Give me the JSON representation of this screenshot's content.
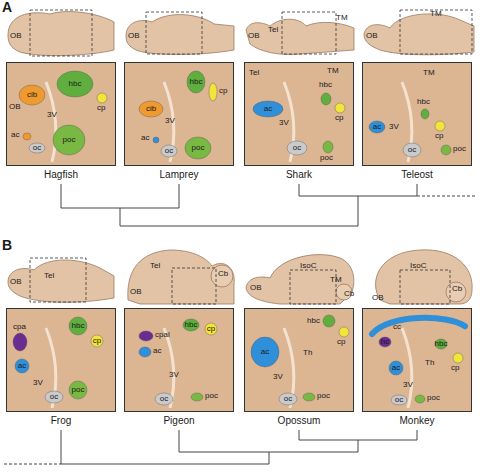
{
  "diagram": {
    "nodes": [
      {
        "text": [
          "OB",
          "3V"
        ]
      },
      {
        "text": [
          "cib"
        ],
        "in": 0
      },
      {
        "text": [
          "hbc"
        ],
        "in": 0
      },
      {
        "text": [
          "cp"
        ],
        "in": 0
      },
      {
        "text": [
          "ac"
        ],
        "in": 0
      },
      {
        "text": [
          "oc"
        ],
        "in": 0
      },
      {
        "text": [
          "poc"
        ],
        "in": 0
      },
      {
        "text": [
          "3V"
        ]
      },
      {
        "text": [
          "cib"
        ],
        "in": 7
      },
      {
        "text": [
          "hbc"
        ],
        "in": 7
      },
      {
        "text": [
          "cp"
        ],
        "in": 7
      },
      {
        "text": [
          "ac"
        ],
        "in": 7
      },
      {
        "text": [
          "oc"
        ],
        "in": 7
      },
      {
        "text": [
          "poc"
        ],
        "in": 7
      },
      {
        "text": [
          "Tel",
          "TM",
          "3V"
        ]
      },
      {
        "text": [
          "hbc"
        ],
        "in": 14
      },
      {
        "text": [
          "cp"
        ],
        "in": 14
      },
      {
        "text": [
          "ac"
        ],
        "in": 14
      },
      {
        "text": [
          "oc"
        ],
        "in": 14
      },
      {
        "text": [
          "poc"
        ],
        "in": 14
      },
      {
        "text": [
          "TM",
          "3V"
        ]
      },
      {
        "text": [
          "hbc"
        ],
        "in": 20
      },
      {
        "text": [
          "cp"
        ],
        "in": 20
      },
      {
        "text": [
          "ac"
        ],
        "in": 20
      },
      {
        "text": [
          "oc"
        ],
        "in": 20
      },
      {
        "text": [
          "poc"
        ],
        "in": 20
      },
      {
        "text": [
          "3V"
        ]
      },
      {
        "text": [
          "cpa"
        ],
        "in": 26
      },
      {
        "text": [
          "hbc"
        ],
        "in": 26
      },
      {
        "text": [
          "cp"
        ],
        "in": 26
      },
      {
        "text": [
          "ac"
        ],
        "in": 26
      },
      {
        "text": [
          "oc"
        ],
        "in": 26
      },
      {
        "text": [
          "poc"
        ],
        "in": 26
      },
      {
        "text": [
          "3V"
        ]
      },
      {
        "text": [
          "cpal"
        ],
        "in": 33
      },
      {
        "text": [
          "hbc"
        ],
        "in": 33
      },
      {
        "text": [
          "cp"
        ],
        "in": 33
      },
      {
        "text": [
          "ac"
        ],
        "in": 33
      },
      {
        "text": [
          "oc"
        ],
        "in": 33
      },
      {
        "text": [
          "poc"
        ],
        "in": 33
      },
      {
        "text": [
          "Th",
          "3V"
        ]
      },
      {
        "text": [
          "hbc"
        ],
        "in": 40
      },
      {
        "text": [
          "cp"
        ],
        "in": 40
      },
      {
        "text": [
          "ac"
        ],
        "in": 40
      },
      {
        "text": [
          "oc"
        ],
        "in": 40
      },
      {
        "text": [
          "poc"
        ],
        "in": 40
      },
      {
        "text": [
          "Th",
          "3V"
        ]
      },
      {
        "text": [
          "cc"
        ],
        "in": 46
      },
      {
        "text": [
          "hc"
        ],
        "in": 46
      },
      {
        "text": [
          "hbc"
        ],
        "in": 46
      },
      {
        "text": [
          "cp"
        ],
        "in": 46
      },
      {
        "text": [
          "ac"
        ],
        "in": 46
      },
      {
        "text": [
          "oc"
        ],
        "in": 46
      },
      {
        "text": [
          "poc"
        ],
        "in": 46
      }
    ],
    "edges": [],
    "labels": [
      "A",
      "OB",
      "OB",
      "OB",
      "Tel",
      "TM",
      "OB",
      "TM",
      "Hagfish",
      "Lamprey",
      "Shark",
      "Teleost",
      "B",
      "OB",
      "Tel",
      "Tel",
      "OB",
      "Cb",
      "IsoC",
      "TM",
      "OB",
      "Cb",
      "IsoC",
      "Cb",
      "OB",
      "Frog",
      "Pigeon",
      "Opossum",
      "Monkey"
    ]
  }
}
